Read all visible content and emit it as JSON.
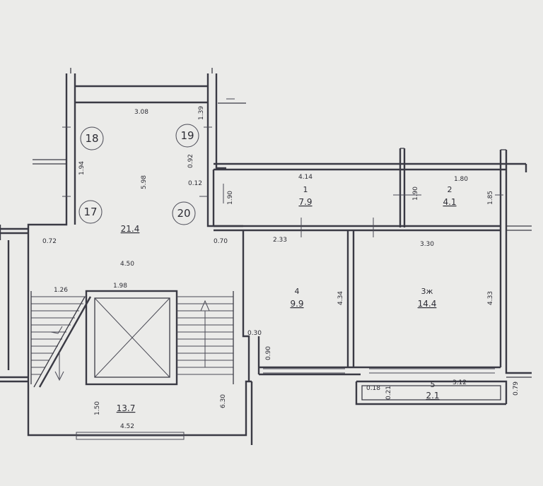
{
  "floor_plan": {
    "stair_landings": [
      "18",
      "19",
      "17",
      "20"
    ],
    "rooms": [
      {
        "number": "1",
        "area": "7.9"
      },
      {
        "number": "2",
        "area": "4.1"
      },
      {
        "number": "3ж",
        "area": "14.4"
      },
      {
        "number": "4",
        "area": "9.9"
      },
      {
        "number": "5",
        "area": "2.1"
      }
    ],
    "common_areas": {
      "hall_upper": "21.4",
      "hall_lower": "13.7"
    },
    "dimensions": {
      "top_width": "3.08",
      "d_1_39": "1.39",
      "d_1_94": "1.94",
      "d_5_98": "5.98",
      "d_0_92": "0.92",
      "d_0_12": "0.12",
      "d_0_72": "0.72",
      "d_0_70": "0.70",
      "d_4_50": "4.50",
      "d_1_26": "1.26",
      "d_1_98": "1.98",
      "d_1_50": "1.50",
      "d_6_30": "6.30",
      "d_4_52": "4.52",
      "d_4_14": "4.14",
      "d_1_80": "1.80",
      "d_1_90_a": "1.90",
      "d_1_90_b": "1.90",
      "d_1_85": "1.85",
      "d_2_33": "2.33",
      "d_3_30": "3.30",
      "d_4_34": "4.34",
      "d_4_33": "4.33",
      "d_0_30": "0.30",
      "d_0_90": "0.90",
      "d_0_18": "0.18",
      "d_0_21": "0.21",
      "d_3_12": "3.12",
      "d_0_79": "0.79"
    }
  }
}
